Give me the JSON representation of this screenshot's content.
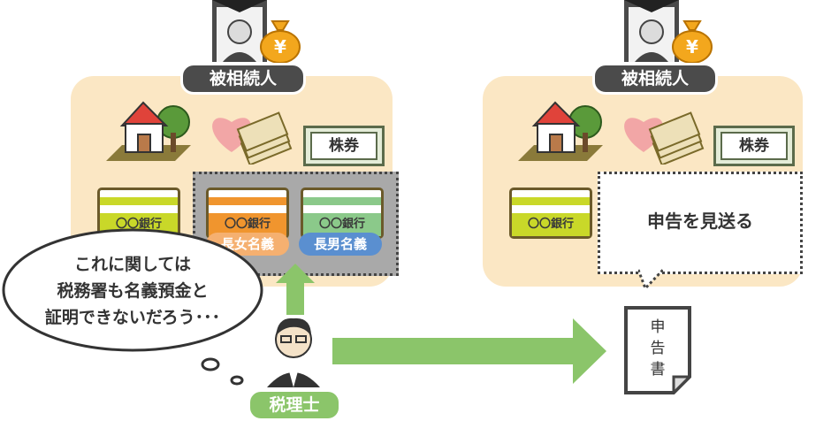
{
  "left": {
    "decedent_label": "被相続人",
    "stock_label": "株券",
    "banks": [
      {
        "label": "〇〇銀行",
        "color": "#c9d829",
        "owner": ""
      },
      {
        "label": "〇〇銀行",
        "color": "#f0952e",
        "owner": "長女名義"
      },
      {
        "label": "〇〇銀行",
        "color": "#8bc98a",
        "owner": "長男名義"
      }
    ]
  },
  "right": {
    "decedent_label": "被相続人",
    "stock_label": "株券",
    "bank_label": "〇〇銀行",
    "box_text": "申告を見送る",
    "document_label": "申\n告\n書"
  },
  "accountant": {
    "label": "税理士",
    "speech": "これに関しては\n税務署も名義預金と\n証明できないだろう･･･"
  },
  "colors": {
    "panel": "#fbe7c4",
    "arrow": "#8bc56a",
    "pill": "#4b4b4b",
    "accountant_badge": "#8bc56a"
  }
}
